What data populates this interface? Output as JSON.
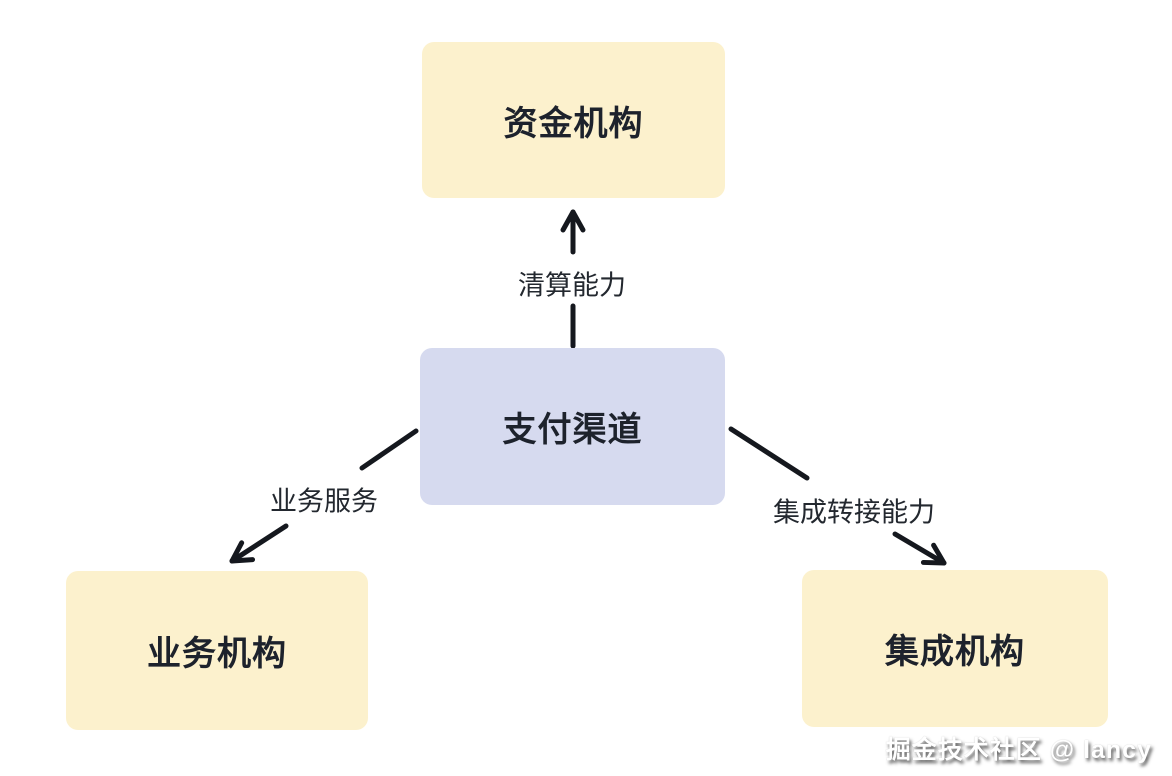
{
  "diagram": {
    "type": "flowchart",
    "nodes": {
      "funding": {
        "label": "资金机构",
        "color": "#fcf1cd"
      },
      "payment": {
        "label": "支付渠道",
        "color": "#d6daef"
      },
      "business": {
        "label": "业务机构",
        "color": "#fcf1cd"
      },
      "integration": {
        "label": "集成机构",
        "color": "#fcf1cd"
      }
    },
    "edges": [
      {
        "from": "payment",
        "to": "funding",
        "label": "清算能力",
        "direction": "up"
      },
      {
        "from": "payment",
        "to": "business",
        "label": "业务服务",
        "direction": "down-left"
      },
      {
        "from": "payment",
        "to": "integration",
        "label": "集成转接能力",
        "direction": "down-right"
      }
    ],
    "edge_labels": {
      "clearing": "清算能力",
      "bizservice": "业务服务",
      "integration": "集成转接能力"
    },
    "colors": {
      "background": "#ffffff",
      "node_yellow": "#fcf1cd",
      "node_lavender": "#d6daef",
      "node_text": "#1d222c",
      "edge_text": "#23282f",
      "arrow": "#15181e"
    }
  },
  "watermark": {
    "text": "掘金技术社区 @ lancy"
  }
}
